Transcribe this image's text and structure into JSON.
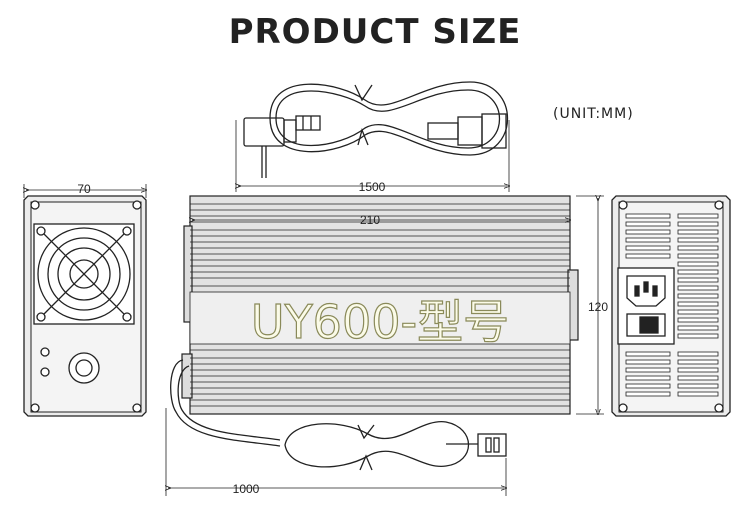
{
  "title": "PRODUCT SIZE",
  "unit_label": "(UNIT:MM)",
  "dimensions": {
    "front_width": "70",
    "ac_cable_length": "1500",
    "body_length": "210",
    "body_height": "120",
    "dc_cable_length": "1000"
  },
  "model_label": "UY600-型号",
  "colors": {
    "line": "#222222",
    "panel": "#e6e6e6",
    "watermark_fill": "#fbfbe8"
  }
}
